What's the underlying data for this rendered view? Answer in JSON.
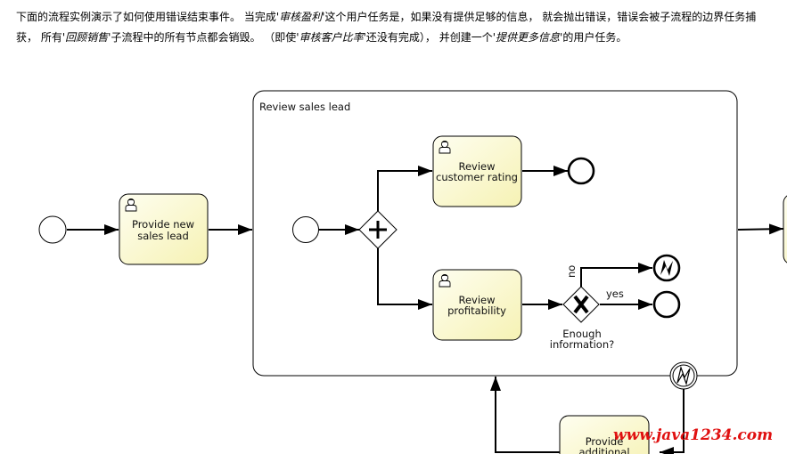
{
  "intro": {
    "line1_a": "下面的流程实例演示了如何使用错误结束事件。 当完成'",
    "line1_em1": "审核盈利",
    "line1_b": "'这个用户任务是，如果没有提供足够的信息， 就会抛出错误，错误会被子流程的边界任务捕",
    "line2_a": "获， 所有'",
    "line2_em1": "回顾销售",
    "line2_b": "'子流程中的所有节点都会销毁。 （即使'",
    "line2_em2": "审核客户比率",
    "line2_c": "'还没有完成）， 并创建一个'",
    "line2_em3": "提供更多信息",
    "line2_d": "'的用户任务。"
  },
  "diagram": {
    "colors": {
      "task_fill_top": "#fdfde6",
      "task_fill_bottom": "#f7f3b9",
      "stroke": "#000000",
      "watermark": "#e01010"
    },
    "subprocess": {
      "label": "Review sales lead"
    },
    "tasks": {
      "provide_new_sales_lead": {
        "line1": "Provide new",
        "line2": "sales lead",
        "icon": "user-icon"
      },
      "review_customer_rating": {
        "line1": "Review",
        "line2": "customer rating",
        "icon": "user-icon"
      },
      "review_profitability": {
        "line1": "Review",
        "line2": "profitability",
        "icon": "user-icon"
      },
      "provide_additional": {
        "line1": "Provide",
        "line2": "additional",
        "icon": "none"
      }
    },
    "gateways": {
      "parallel": {
        "type": "parallel",
        "icon": "plus-icon"
      },
      "exclusive": {
        "type": "exclusive",
        "icon": "x-icon",
        "label_line1": "Enough",
        "label_line2": "information?"
      }
    },
    "flow_labels": {
      "no": "no",
      "yes": "yes"
    },
    "events": {
      "start_main": "start-event",
      "start_sub": "start-event",
      "end_rating": "end-event",
      "end_yes": "end-event",
      "end_error": "error-end-event",
      "boundary_error": "error-boundary-event"
    },
    "watermark": "www.java1234.com"
  }
}
